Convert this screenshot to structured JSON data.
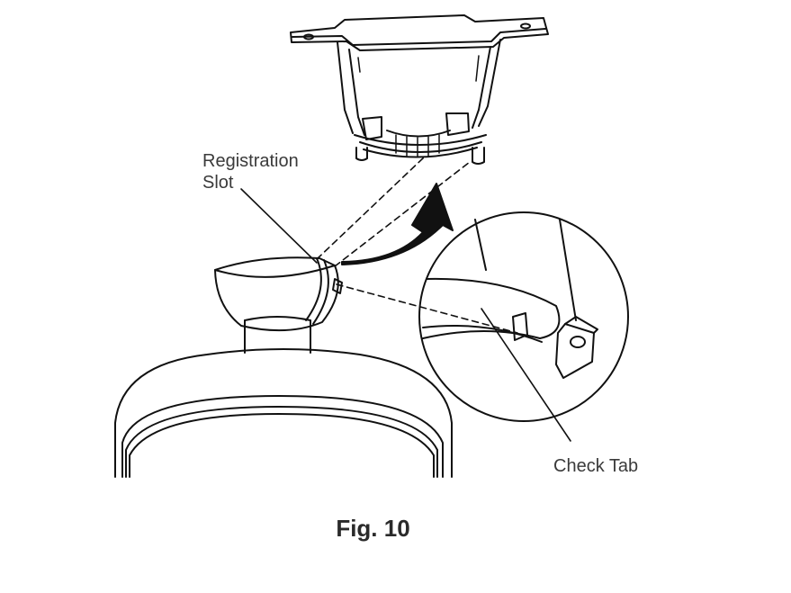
{
  "labels": {
    "registration_line1": "Registration",
    "registration_line2": "Slot",
    "check_tab": "Check Tab"
  },
  "caption": "Fig. 10",
  "colors": {
    "stroke": "#111111",
    "text": "#3a3a3a",
    "background": "#ffffff"
  }
}
